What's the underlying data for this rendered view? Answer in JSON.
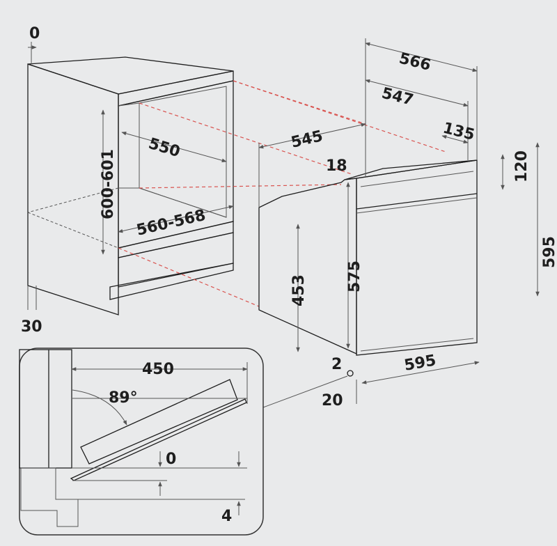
{
  "colors": {
    "background": "#e9eaeb",
    "line": "#1e1e1e",
    "dashed_guides": "#d9534f",
    "cavity": "#c7c8c9"
  },
  "cabinet": {
    "top_gap": "0",
    "side_offset": "30",
    "niche_height": "600-601",
    "niche_depth": "550",
    "niche_width": "560-568"
  },
  "oven": {
    "overall_depth": "566",
    "body_depth": "547",
    "panel_depth": "135",
    "body_side_depth": "545",
    "top_step": "18",
    "panel_height": "120",
    "overall_height": "595",
    "cavity_height": "453",
    "body_height": "575",
    "front_gap": "2",
    "bottom_offset": "20",
    "width": "595"
  },
  "detail": {
    "door_clearance": "450",
    "door_angle": "89°",
    "gap_top": "0",
    "gap_bottom": "4"
  }
}
